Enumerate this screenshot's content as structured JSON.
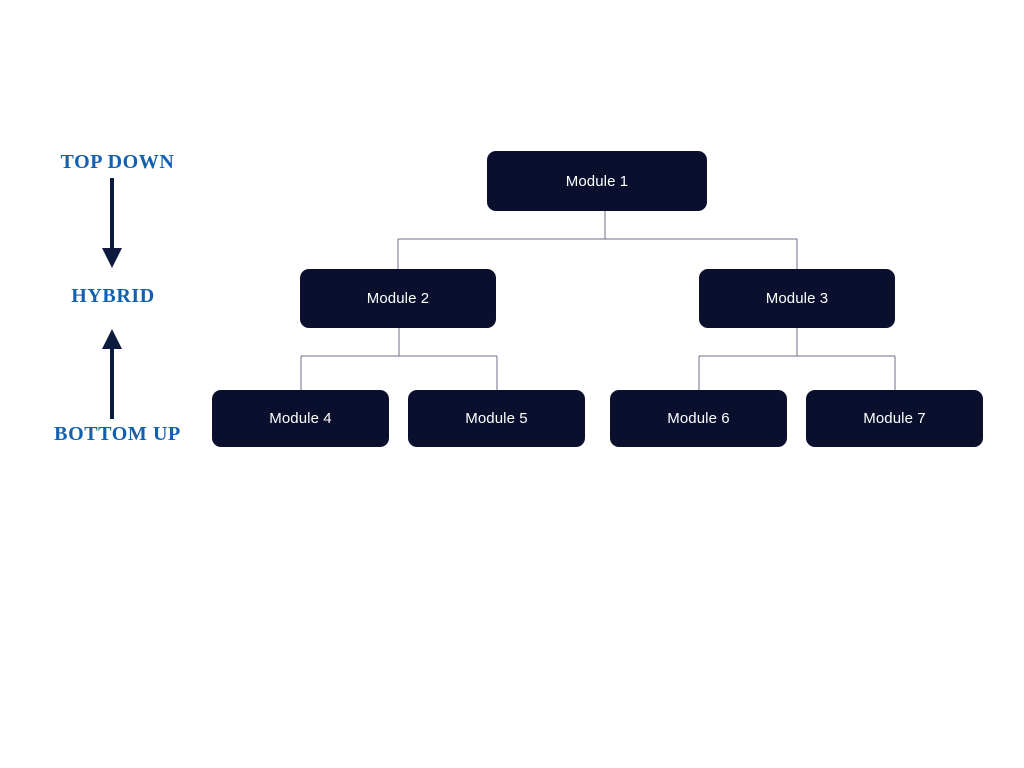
{
  "diagram": {
    "title_visible": false,
    "background_color": "#ffffff",
    "node_fill_color": "#0a0f2e",
    "node_text_color": "#ffffff",
    "connector_color": "#6b7089",
    "legend_text_color": "#1260b0",
    "arrow_color": "#0d1b3e"
  },
  "legend": {
    "top_label": "TOP DOWN",
    "middle_label": "HYBRID",
    "bottom_label": "BOTTOM UP",
    "down_arrow_icon": "arrow-down-icon",
    "up_arrow_icon": "arrow-up-icon"
  },
  "tree": {
    "nodes": [
      {
        "id": "module-1",
        "label": "Module 1",
        "level": 0
      },
      {
        "id": "module-2",
        "label": "Module 2",
        "level": 1
      },
      {
        "id": "module-3",
        "label": "Module 3",
        "level": 1
      },
      {
        "id": "module-4",
        "label": "Module 4",
        "level": 2
      },
      {
        "id": "module-5",
        "label": "Module 5",
        "level": 2
      },
      {
        "id": "module-6",
        "label": "Module 6",
        "level": 2
      },
      {
        "id": "module-7",
        "label": "Module 7",
        "level": 2
      }
    ],
    "edges": [
      {
        "from": "module-1",
        "to": "module-2"
      },
      {
        "from": "module-1",
        "to": "module-3"
      },
      {
        "from": "module-2",
        "to": "module-4"
      },
      {
        "from": "module-2",
        "to": "module-5"
      },
      {
        "from": "module-3",
        "to": "module-6"
      },
      {
        "from": "module-3",
        "to": "module-7"
      }
    ]
  }
}
